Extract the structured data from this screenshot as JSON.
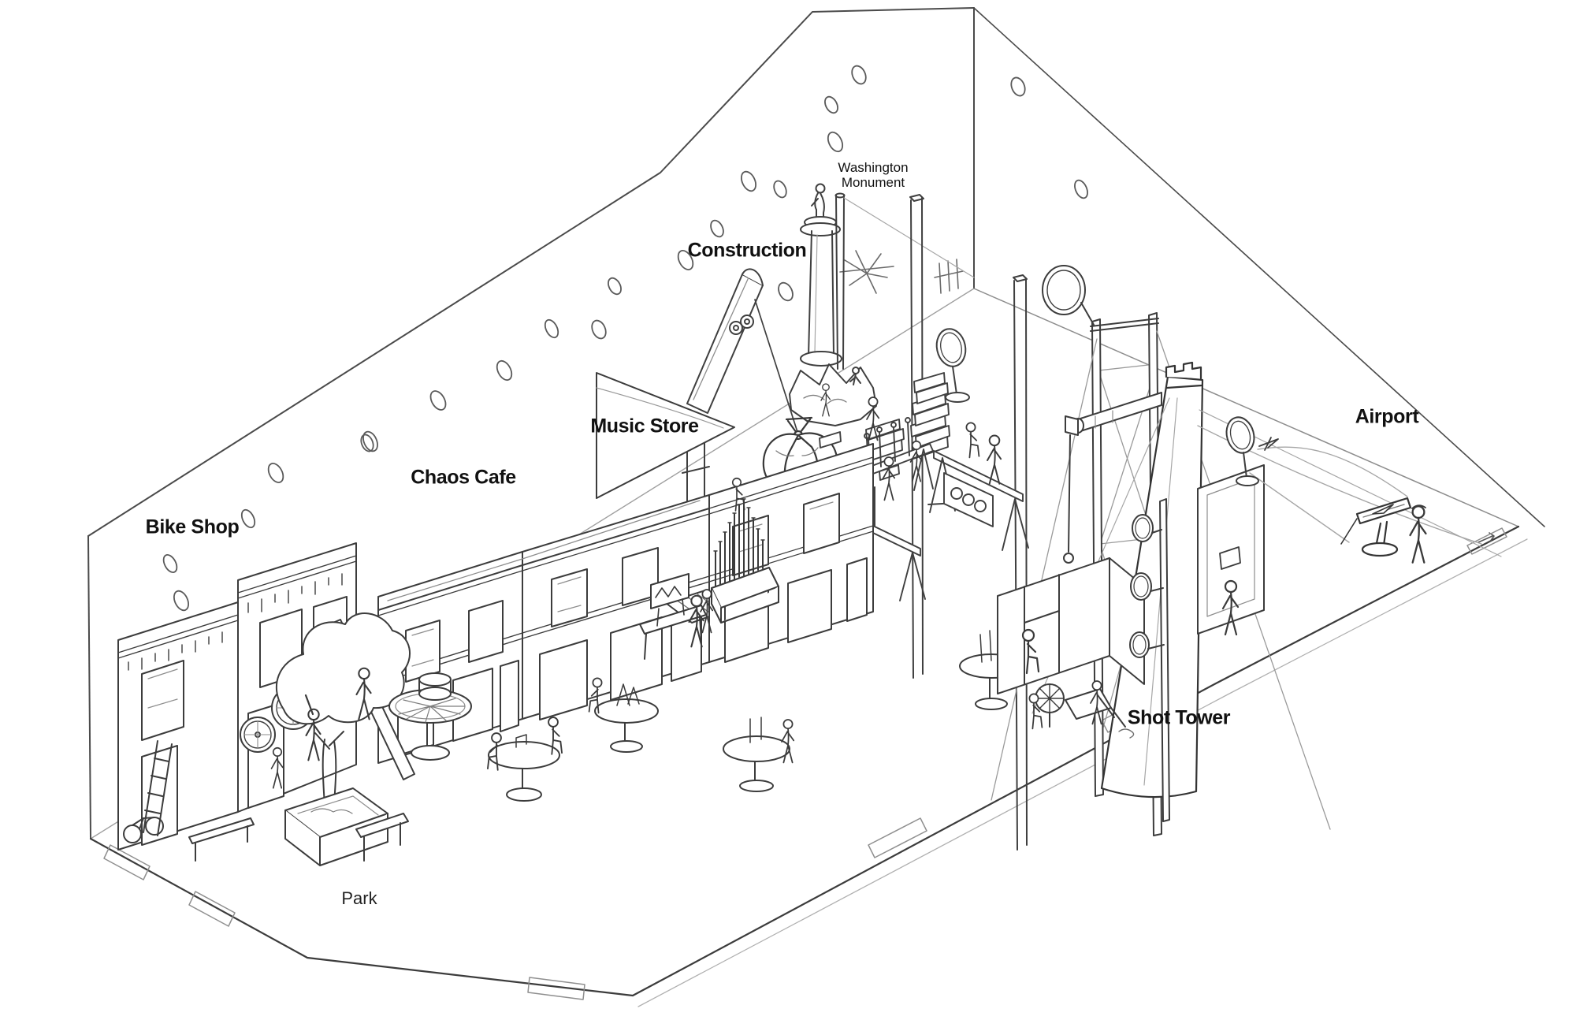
{
  "page": {
    "title": "Exhibit gallery concept sketch",
    "style": "hand-drawn isometric line art",
    "background": "#ffffff"
  },
  "colors": {
    "ink": "#3f3f3f",
    "ink_bold": "#2b2b2b",
    "ink_light": "#a6a6a6",
    "label_text": "#111111"
  },
  "labels": {
    "bike_shop": "Bike Shop",
    "chaos_cafe": "Chaos Cafe",
    "music_store": "Music Store",
    "construction": "Construction",
    "washington_monument_line1": "Washington",
    "washington_monument_line2": "Monument",
    "airport": "Airport",
    "shot_tower": "Shot Tower",
    "park": "Park"
  }
}
